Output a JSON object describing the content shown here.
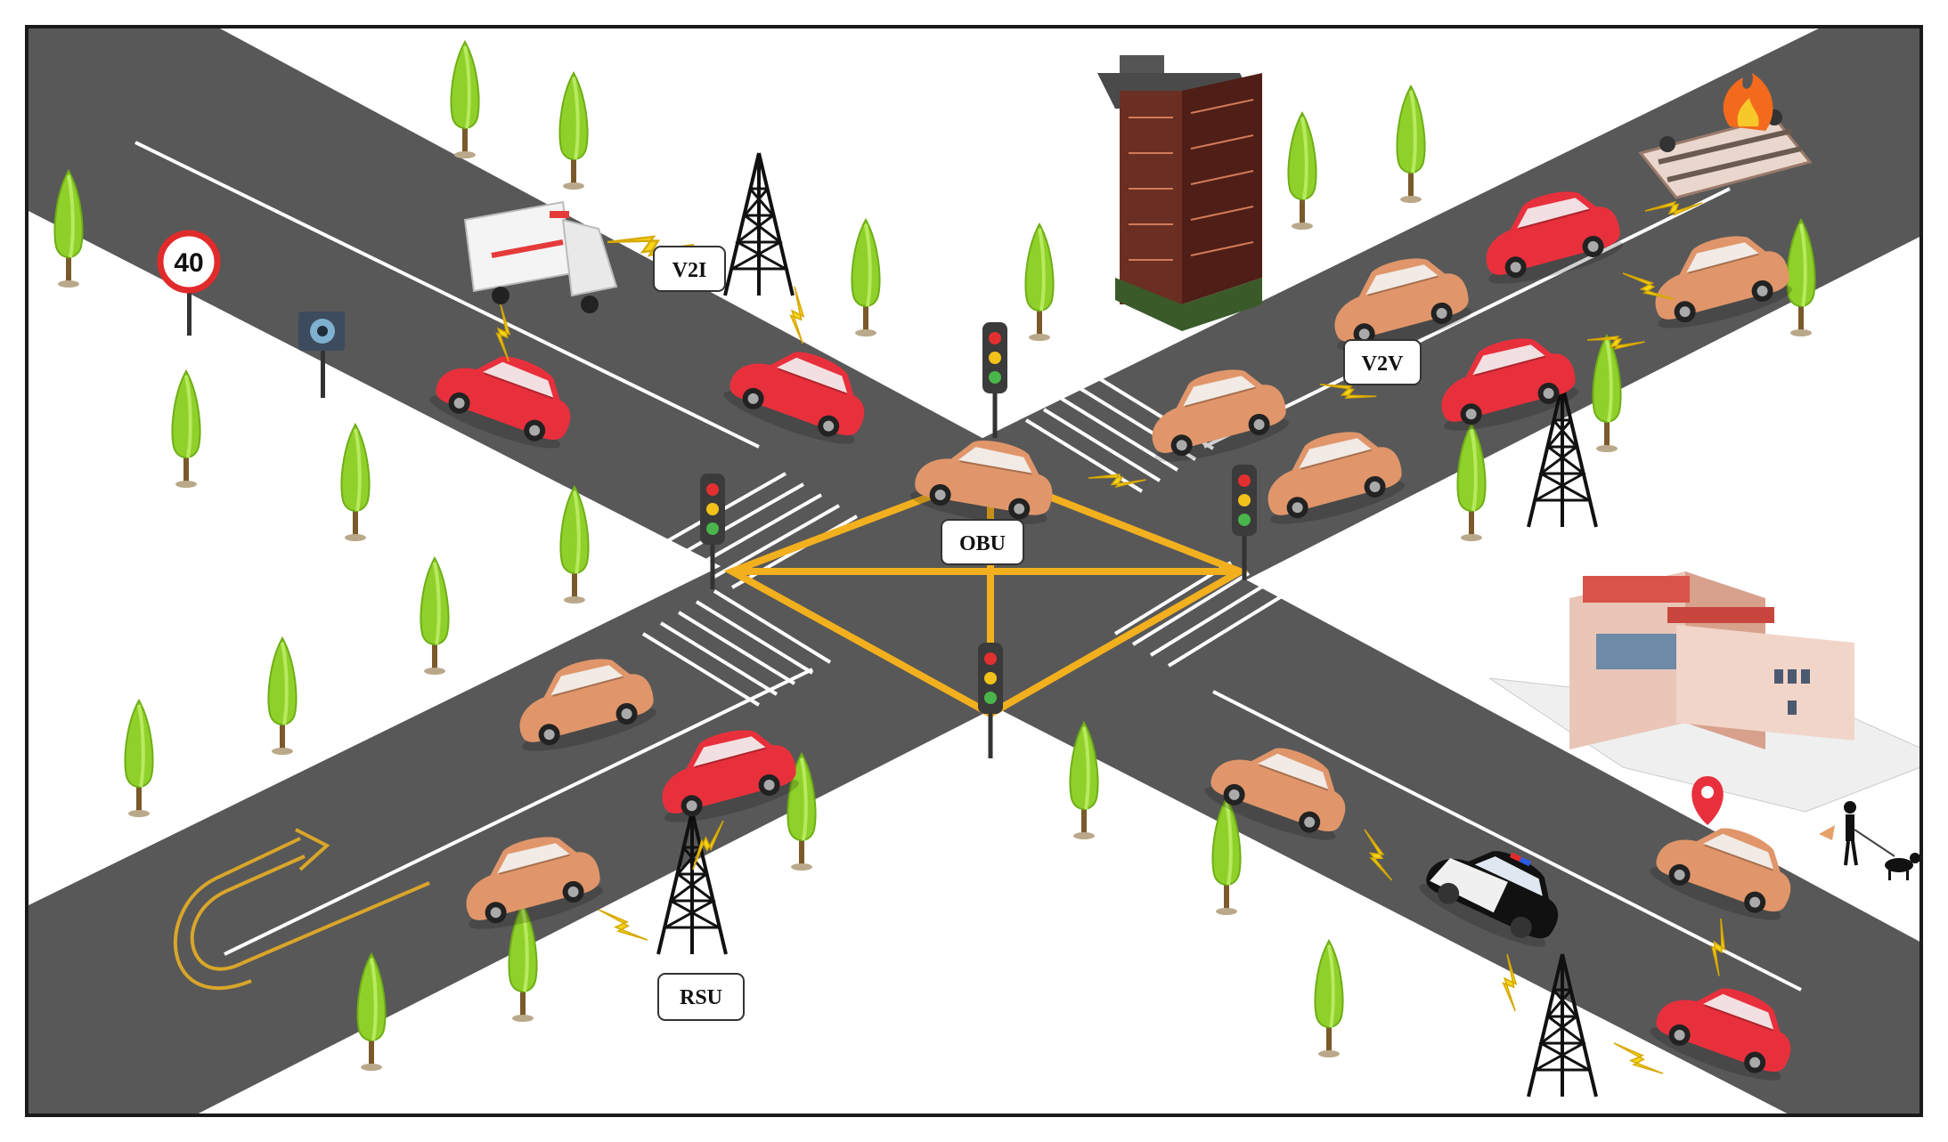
{
  "labels": {
    "v2i": "V2I",
    "v2v": "V2V",
    "obu": "OBU",
    "rsu": "RSU"
  },
  "speed_sign": "40",
  "colors": {
    "road": "#585858",
    "lane_marking": "#ffffff",
    "box_junction": "#f2b01e",
    "tree": "#8fd12a",
    "red_car": "#e8303c",
    "orange_car": "#e0966a",
    "signal": "#f5d61a",
    "building": "#6b2e22"
  },
  "icons": [
    "ambulance-icon",
    "police-car-icon",
    "crashed-car-icon",
    "fire-icon",
    "tower-icon",
    "traffic-light-icon",
    "speed-camera-icon",
    "speed-sign-icon",
    "building-icon",
    "hospital-icon",
    "pedestrian-icon",
    "dog-icon",
    "location-pin-icon",
    "u-turn-arrow-icon",
    "tree-icon",
    "signal-bolt-icon"
  ]
}
